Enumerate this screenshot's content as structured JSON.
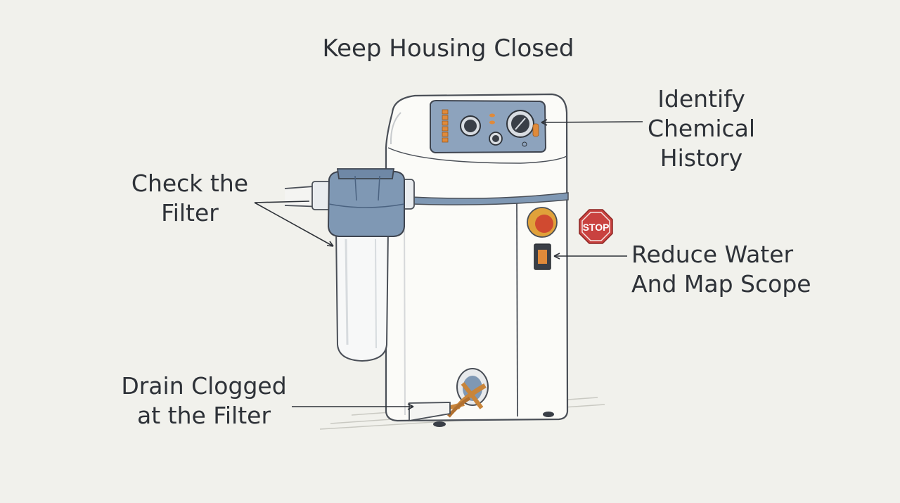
{
  "diagram": {
    "title": "Keep Housing Closed",
    "labels": {
      "chemical": [
        "Identify",
        "Chemical",
        "History"
      ],
      "filter": [
        "Check the",
        "Filter"
      ],
      "water": [
        "Reduce Water",
        "And Map Scope"
      ],
      "drain": [
        "Drain Clogged",
        "at the Filter"
      ]
    },
    "stop_sign": "STOP",
    "colors": {
      "background": "#f1f1ec",
      "ink": "#2e3238",
      "housing_blue": "#7f98b4",
      "panel_blue": "#8da3bd",
      "stop_red": "#c9423f",
      "indicator_orange": "#e08a3a"
    }
  }
}
